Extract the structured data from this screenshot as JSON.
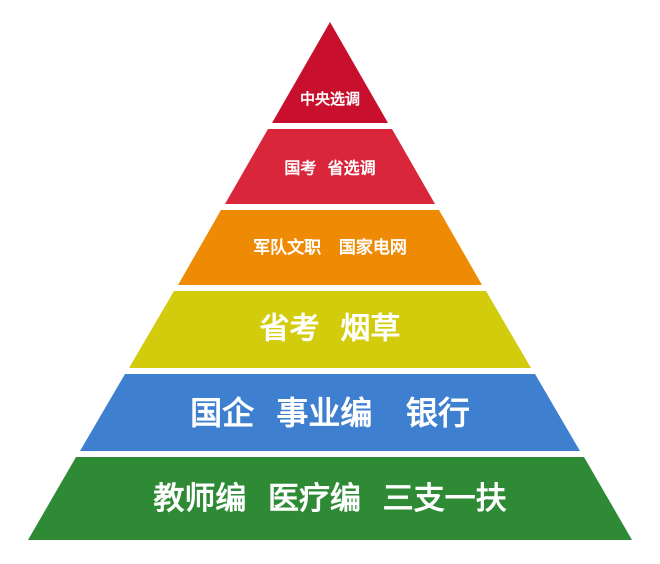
{
  "pyramid": {
    "tiers": [
      {
        "label": "中央选调",
        "color": "#c8102e"
      },
      {
        "label": "国考  省选调",
        "color": "#d9263b"
      },
      {
        "label": "军队文职   国家电网",
        "color": "#ef8a05"
      },
      {
        "label": "省考  烟草",
        "color": "#d2cc0c"
      },
      {
        "label": "国企  事业编   银行",
        "color": "#3f7fd0"
      },
      {
        "label": "教师编  医疗编  三支一扶",
        "color": "#2e8a34"
      }
    ]
  }
}
